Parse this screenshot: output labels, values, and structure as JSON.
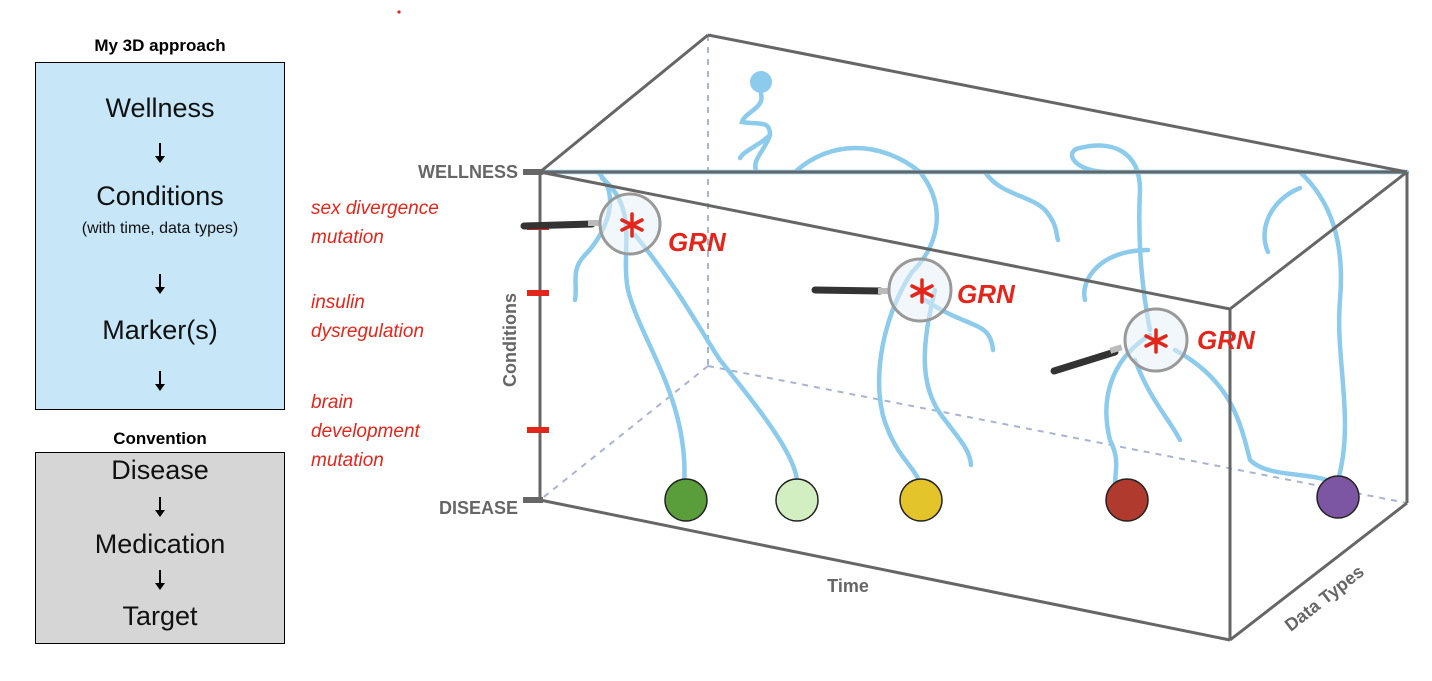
{
  "approach": {
    "title": "My 3D approach",
    "steps": [
      "Wellness",
      "Conditions",
      "Marker(s)"
    ],
    "conditions_note": "(with time, data types)"
  },
  "convention": {
    "title": "Convention",
    "steps": [
      "Disease",
      "Medication",
      "Target"
    ]
  },
  "axes": {
    "wellness": "WELLNESS",
    "disease": "DISEASE",
    "conditions": "Conditions",
    "time": "Time",
    "data_types": "Data Types"
  },
  "conditions": [
    {
      "line1": "sex divergence",
      "line2": "mutation"
    },
    {
      "line1": "insulin",
      "line2": "dysregulation"
    },
    {
      "line1": "brain",
      "line2": "development",
      "line3": "mutation"
    }
  ],
  "grn_label": "GRN",
  "marker_colors": [
    "#5a9e3c",
    "#d2efc1",
    "#e3c42b",
    "#b03a2e",
    "#7d56a3"
  ],
  "colors": {
    "approach_box": "#c7e6f7",
    "convention_box": "#d6d6d6",
    "trajectory": "#8ccbeb",
    "highlight": "#e3261b",
    "axis": "#666666"
  }
}
